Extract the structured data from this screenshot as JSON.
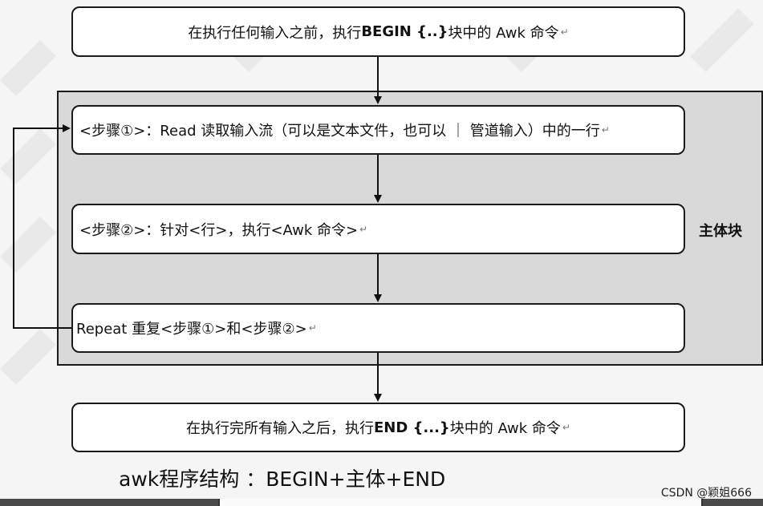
{
  "diagram": {
    "begin_box": {
      "pre": "在执行任何输入之前，执行 ",
      "bold": "BEGIN {..}",
      "post": " 块中的 Awk 命令",
      "mark": "↵"
    },
    "step1_box": {
      "text": "<步骤①>：Read 读取输入流（可以是文本文件，也可以 ｜ 管道输入）中的一行",
      "mark": "↵"
    },
    "step2_box": {
      "text": "<步骤②>：针对<行>，执行<Awk 命令>",
      "mark": "↵"
    },
    "repeat_box": {
      "text": "Repeat 重复<步骤①>和<步骤②>",
      "mark": "↵"
    },
    "end_box": {
      "pre": "在执行完所有输入之后，执行 ",
      "bold": "END {...}",
      "post": " 块中的 Awk 命令",
      "mark": "↵"
    },
    "main_block_label": "主体块"
  },
  "caption": "awk程序结构 ：BEGIN+主体+END",
  "credit": "CSDN @颖姐666"
}
